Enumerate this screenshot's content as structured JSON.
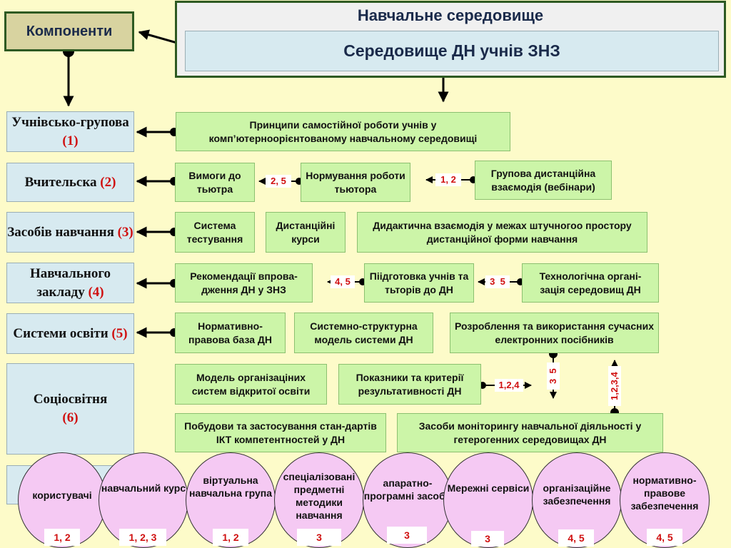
{
  "header": {
    "environment_title": "Навчальне середовище",
    "environment_subtitle": "Середовище ДН учнів ЗНЗ",
    "components_label": "Компоненти"
  },
  "components": [
    {
      "label": "Учнівсько-групова",
      "num": "(1)"
    },
    {
      "label": "Вчительска",
      "num": "(2)"
    },
    {
      "label": "Засобів навчання",
      "num": "(3)"
    },
    {
      "label": "Навчального закладу",
      "num": "(4)"
    },
    {
      "label": "Системи освіти",
      "num": "(5)"
    },
    {
      "label": "Соціосвітня",
      "num": "(6)"
    }
  ],
  "boxes": {
    "principles": "Принципи самостійної роботи учнів у комп’ютерноорієнтованому навчальному середовищі",
    "tutor_requirements": "Вимоги до тьютра",
    "tutor_norming": "Нормування роботи тьютора",
    "webinars": "Групова дистанційна взаємодія (вебінари)",
    "testing": "Система тестування",
    "courses": "Дистанційні курси",
    "didactic": "Дидактична взаємодія  у межах штучногоо простору дистанційної форми навчання",
    "recommendations": "Рекомендації впрова-дження ДН у ЗНЗ",
    "training": "Піідготовка учнів та тьторів до ДН",
    "technology": "Технологічна органі-зація середовищ ДН",
    "legal_base": "Нормативно-правова база ДН",
    "system_model": "Системно-структурна модель системи ДН",
    "e_textbooks": "Розроблення та використання сучасних електронних посібників",
    "open_edu": "Модель організаціних систем відкритої освіти",
    "indicators": "Показники та  критерії результативності ДН",
    "ict_standards": "Побудови та застосування стан-дартів ІКТ компетентностей у ДН",
    "monitoring": "Засоби  моніторингу навчальної діяльності у гетерогенних середовищах ДН"
  },
  "tags": {
    "t_2_5": "2, 5",
    "t_1_2": "1, 2",
    "t_4_5": "4, 5",
    "t_3_5": "3  5",
    "t_1_2_4": "1,2,4",
    "t_v_3_5": "3  5",
    "t_v_1_2_3_4": "1,2,3,4"
  },
  "circles": [
    {
      "label": "користувачі",
      "num": "1, 2"
    },
    {
      "label": "навчальний курс",
      "num": "1, 2, 3"
    },
    {
      "label": "віртуальна навчальна група",
      "num": "1, 2"
    },
    {
      "label": "спеціалізовані предметні методики навчання",
      "num": "3"
    },
    {
      "label": "апаратно-програмні засоби",
      "num": "3"
    },
    {
      "label": "Мережні сервіси",
      "num": "3"
    },
    {
      "label": "організаційне забезпечення",
      "num": "4, 5"
    },
    {
      "label": "нормативно-правове забезпечення",
      "num": "4, 5"
    }
  ],
  "colors": {
    "background": "#fdfbc9",
    "green_box": "#ccf5a8",
    "blue_box": "#d7eaf0",
    "circle_fill": "#f5c9f3",
    "frame": "#2e5a22",
    "number_red": "#d01010"
  }
}
